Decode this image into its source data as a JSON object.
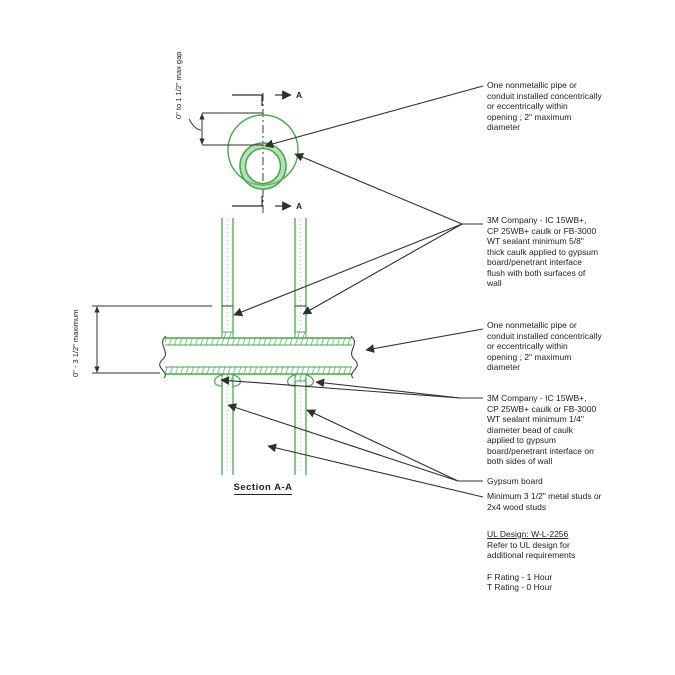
{
  "drawing": {
    "section_label": "Section A-A",
    "cut_label": "A",
    "dim_plan": "0\" to 1 1/2\" max gap",
    "dim_section": "0\" - 3 1/2\" maximum"
  },
  "callouts": [
    {
      "id": "pipe-plan",
      "text": "One nonmetallic pipe or\nconduit installed concentrically\nor eccentrically within\nopening ; 2\" maximum\ndiameter"
    },
    {
      "id": "caulk-flush",
      "text": "3M Company - IC 15WB+,\nCP 25WB+ caulk or FB-3000\nWT sealant minimum 5/8\"\nthick caulk applied to gypsum\nboard/penetrant interface\nflush with both surfaces of\nwall"
    },
    {
      "id": "pipe-section",
      "text": "One nonmetallic pipe or\nconduit installed concentrically\nor eccentrically within\nopening ; 2\" maximum\ndiameter"
    },
    {
      "id": "caulk-bead",
      "text": "3M Company - IC 15WB+,\nCP 25WB+ caulk or FB-3000\nWT sealant minimum 1/4\"\ndiameter bead of caulk\napplied to gypsum\nboard/penetrant interface on\nboth sides of wall"
    },
    {
      "id": "gypsum-board",
      "text": "Gypsum board"
    },
    {
      "id": "studs",
      "text": "Minimum 3 1/2\" metal studs or\n2x4 wood studs"
    }
  ],
  "notes": {
    "ul_design": "UL Design: W-L-2256",
    "refer": "Refer to UL design for\nadditional requirements",
    "f_rating": "F Rating - 1 Hour",
    "t_rating": "T Rating - 0 Hour"
  },
  "colors": {
    "line_green": "#44a94c",
    "hatch_green": "#7bc47f",
    "dot_green": "#a8d8ab",
    "leader_black": "#2f2f2f"
  }
}
